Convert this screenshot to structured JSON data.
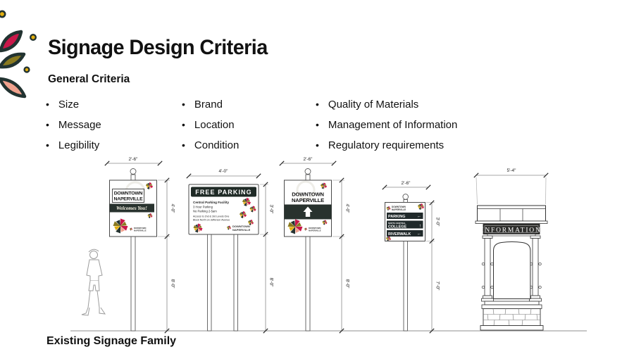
{
  "slide": {
    "title": "Signage Design Criteria",
    "subtitle": "General Criteria",
    "footer": "Existing Signage Family"
  },
  "criteria": {
    "col1": [
      "Size",
      "Message",
      "Legibility"
    ],
    "col2": [
      "Brand",
      "Location",
      "Condition"
    ],
    "col3": [
      "Quality of Materials",
      "Management of Information",
      "Regulatory requirements"
    ]
  },
  "brand": {
    "line1": "DOWNTOWN",
    "line2": "NAPERVILLE"
  },
  "signs": {
    "banner_welcome": {
      "width_dim": "2'-6\"",
      "sign_height_dim": "4'-0\"",
      "pole_height_dim": "8'-0\"",
      "title_line1": "DOWNTOWN",
      "title_line2": "NAPERVILLE",
      "tagline": "Welcomes You!"
    },
    "free_parking": {
      "width_dim": "4'-0\"",
      "sign_height_dim": "3'-0\"",
      "pole_height_dim": "8'-0\"",
      "header": "FREE PARKING",
      "body": [
        "Central Parking Facility",
        "3 Hour Parking",
        "No Parking 2-5am",
        "Access to 2nd & 3rd Levels One",
        "Block North on Jefferson Avenue"
      ]
    },
    "banner_arrow": {
      "width_dim": "2'-6\"",
      "sign_height_dim": "4'-0\"",
      "pole_height_dim": "8'-0\"",
      "title_line1": "DOWNTOWN",
      "title_line2": "NAPERVILLE",
      "arrow": "↑"
    },
    "directional": {
      "width_dim": "2'-6\"",
      "sign_height_dim": "3'-0\"",
      "pole_height_dim": "7'-0\"",
      "rows": [
        {
          "label": "PARKING",
          "arrow": "←"
        },
        {
          "sublabel": "NORTH CENTRAL",
          "label": "COLLEGE",
          "arrow": "↑"
        },
        {
          "label": "RIVERWALK",
          "arrow": "←"
        }
      ]
    },
    "kiosk": {
      "width_dim": "5'-4\"",
      "header": "INFORMATION"
    }
  },
  "colors": {
    "crimson": "#c9184a",
    "salmon": "#f0a28e",
    "olive": "#8a7a1f",
    "yellow": "#e3af0e",
    "dark_teal": "#263432",
    "sign_band_dark": "#28322e"
  }
}
